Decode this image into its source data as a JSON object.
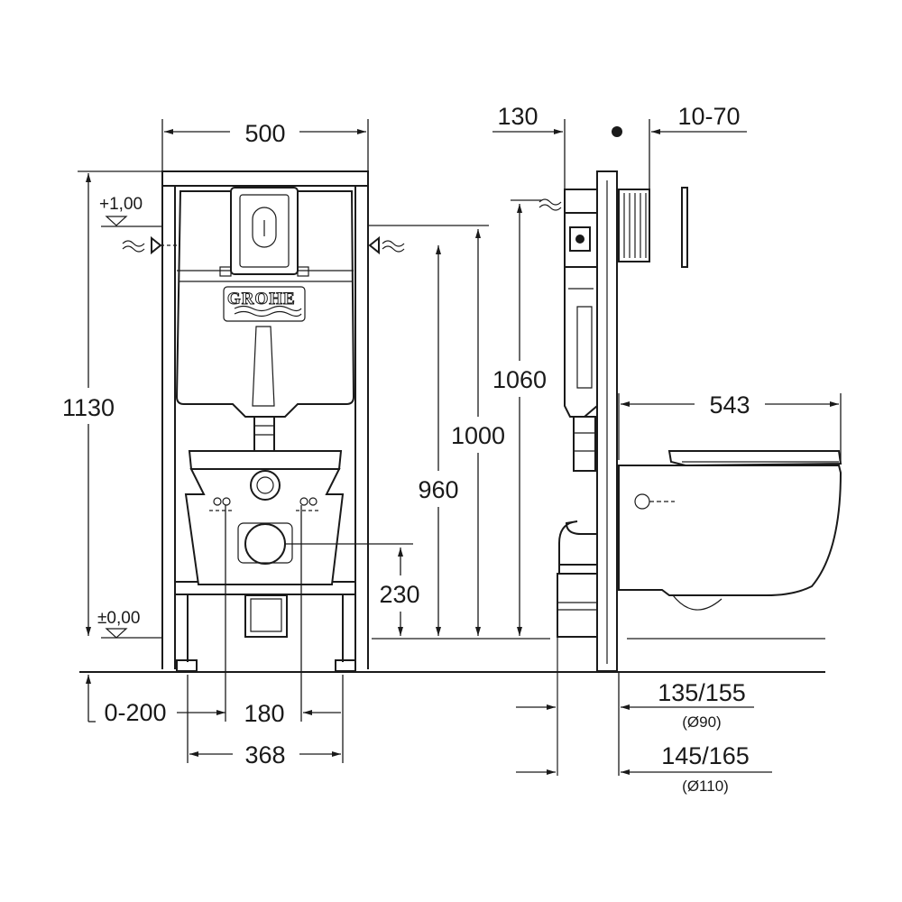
{
  "brand": {
    "logo_text": "GROHE"
  },
  "dimensions": {
    "frame_width": "500",
    "total_height": "1130",
    "supply_height": "1060",
    "frame_height": "1000",
    "drain_height": "960",
    "bolt_height": "230",
    "foot_adjust": "0-200",
    "bolt_spacing": "180",
    "foot_spacing": "368",
    "wall_offset": "130",
    "plate_recess": "10-70",
    "bowl_projection": "543",
    "drain_depth_90": "135/155",
    "drain_pipe_90": "(Ø90)",
    "drain_depth_110": "145/165",
    "drain_pipe_110": "(Ø110)"
  },
  "levels": {
    "top": "+1,00",
    "floor": "±0,00"
  }
}
